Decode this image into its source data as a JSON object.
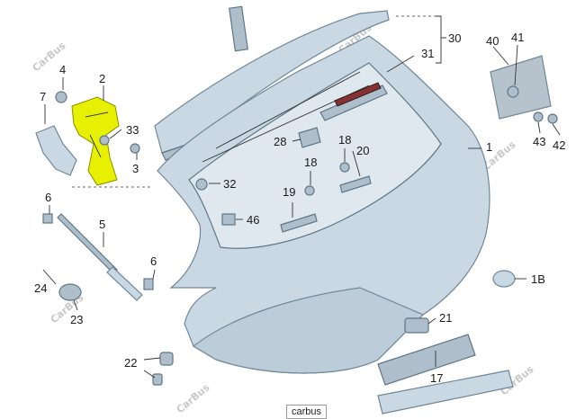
{
  "diagram": {
    "callouts": [
      "1",
      "1B",
      "2",
      "3",
      "4",
      "5",
      "6",
      "6",
      "7",
      "17",
      "18",
      "18",
      "19",
      "20",
      "21",
      "22",
      "23",
      "24",
      "28",
      "30",
      "31",
      "32",
      "33",
      "40",
      "41",
      "42",
      "43",
      "46"
    ],
    "highlighted_part": "2",
    "highlight_color": "#e6f000",
    "watermark": "CarBus",
    "source_tag": "carbus"
  }
}
